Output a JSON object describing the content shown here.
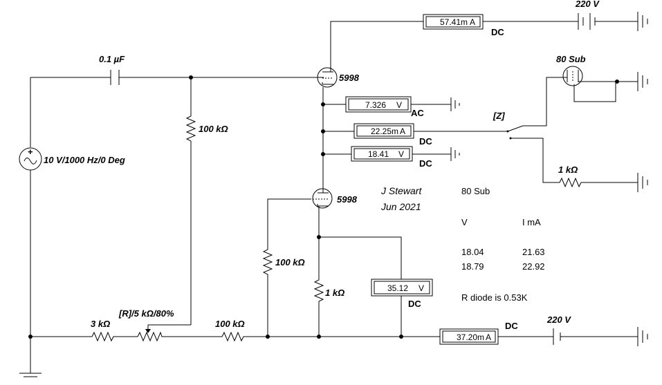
{
  "components": {
    "capacitor": "0.1 µF",
    "source_ac": "10 V/1000 Hz/0 Deg",
    "r_grid_upper": "100 kΩ",
    "r_grid_lower": "100 kΩ",
    "r_series": "100 kΩ",
    "r_3k": "3 kΩ",
    "potentiometer": "[R]/5 kΩ/80%",
    "r_cathode": "1 kΩ",
    "r_diode_load": "1 kΩ",
    "tube_upper": "5998",
    "tube_lower": "5998",
    "diode_tube": "80 Sub",
    "switch": "[Z]",
    "battery_top": "220 V",
    "battery_bottom": "220 V"
  },
  "meters": {
    "top_ammeter": {
      "value": "57.41m",
      "unit": "A",
      "mode": "DC"
    },
    "ac_voltmeter": {
      "value": "7.326",
      "unit": "V",
      "mode": "AC"
    },
    "mid_ammeter": {
      "value": "22.25m",
      "unit": "A",
      "mode": "DC"
    },
    "mid_voltmeter": {
      "value": "18.41",
      "unit": "V",
      "mode": "DC"
    },
    "cathode_voltmeter": {
      "value": "35.12",
      "unit": "V",
      "mode": "DC"
    },
    "bottom_ammeter": {
      "value": "37.20m",
      "unit": "A",
      "mode": "DC"
    }
  },
  "notes": {
    "author": "J Stewart",
    "date": "Jun 2021",
    "table_title": "80 Sub",
    "col_v": "V",
    "col_i": "I mA",
    "rows": [
      {
        "v": "18.04",
        "i": "21.63"
      },
      {
        "v": "18.79",
        "i": "22.92"
      }
    ],
    "r_diode": "R diode is 0.53K"
  }
}
